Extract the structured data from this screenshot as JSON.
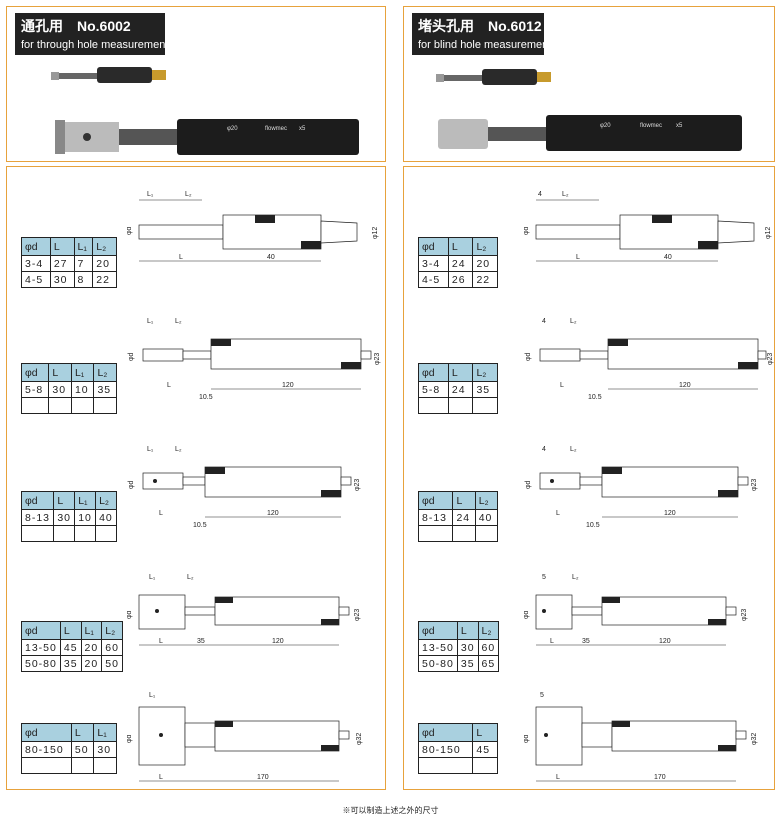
{
  "left": {
    "title": "通孔用　No.6002",
    "subtitle": "for through hole measurement",
    "tables": [
      {
        "headers": [
          "φd",
          "L",
          "L₁",
          "L₂"
        ],
        "rows": [
          [
            "3-4",
            "27",
            "7",
            "20"
          ],
          [
            "4-5",
            "30",
            "8",
            "22"
          ]
        ]
      },
      {
        "headers": [
          "φd",
          "L",
          "L₁",
          "L₂"
        ],
        "rows": [
          [
            "5-8",
            "30",
            "10",
            "35"
          ],
          [
            "",
            "",
            " ",
            ""
          ]
        ]
      },
      {
        "headers": [
          "φd",
          "L",
          "L₁",
          "L₂"
        ],
        "rows": [
          [
            "8-13",
            "30",
            "10",
            "40"
          ],
          [
            "",
            "",
            " ",
            ""
          ]
        ]
      },
      {
        "headers": [
          "φd",
          "L",
          "L₁",
          "L₂"
        ],
        "rows": [
          [
            "13-50",
            "45",
            "20",
            "60"
          ],
          [
            "50-80",
            "35",
            "20",
            "50"
          ]
        ]
      },
      {
        "headers": [
          "φd",
          "L",
          "L₁"
        ],
        "rows": [
          [
            "80-150",
            "50",
            "30"
          ],
          [
            "",
            "",
            ""
          ]
        ]
      }
    ],
    "dims": {
      "r1": {
        "l1": "L₁",
        "l2": "L₂",
        "l": "L",
        "len": "40",
        "d": "φd",
        "dia": "φ12"
      },
      "r2": {
        "l1": "L₁",
        "l2": "L₂",
        "l": "L",
        "off": "10.5",
        "len": "120",
        "d": "φd",
        "dia": "φ23"
      },
      "r3": {
        "l1": "L₁",
        "l2": "L₂",
        "l": "L",
        "off": "10.5",
        "len": "120",
        "d": "φd",
        "dia": "φ23"
      },
      "r4": {
        "l1": "L₁",
        "l2": "L₂",
        "l": "L",
        "off": "35",
        "len": "120",
        "d": "φd",
        "dia": "φ23"
      },
      "r5": {
        "l1": "L₁",
        "l": "L",
        "len": "170",
        "d": "φd",
        "dia": "φ32"
      }
    }
  },
  "right": {
    "title": "堵头孔用　No.6012",
    "subtitle": "for blind hole measurement",
    "tables": [
      {
        "headers": [
          "φd",
          "L",
          "L₂"
        ],
        "rows": [
          [
            "3-4",
            "24",
            "20"
          ],
          [
            "4-5",
            "26",
            "22"
          ]
        ]
      },
      {
        "headers": [
          "φd",
          "L",
          "L₂"
        ],
        "rows": [
          [
            "5-8",
            "24",
            "35"
          ],
          [
            "",
            "",
            ""
          ]
        ]
      },
      {
        "headers": [
          "φd",
          "L",
          "L₂"
        ],
        "rows": [
          [
            "8-13",
            "24",
            "40"
          ],
          [
            "",
            "",
            ""
          ]
        ]
      },
      {
        "headers": [
          "φd",
          "L",
          "L₂"
        ],
        "rows": [
          [
            "13-50",
            "30",
            "60"
          ],
          [
            "50-80",
            "35",
            "65"
          ]
        ]
      },
      {
        "headers": [
          "φd",
          "L"
        ],
        "rows": [
          [
            "80-150",
            "45"
          ],
          [
            "",
            ""
          ]
        ]
      }
    ],
    "dims": {
      "r1": {
        "l1": "4",
        "l2": "L₂",
        "l": "L",
        "len": "40",
        "d": "φd",
        "dia": "φ12"
      },
      "r2": {
        "l1": "4",
        "l2": "L₂",
        "l": "L",
        "off": "10.5",
        "len": "120",
        "d": "φd",
        "dia": "φ23"
      },
      "r3": {
        "l1": "4",
        "l2": "L₂",
        "l": "L",
        "off": "10.5",
        "len": "120",
        "d": "φd",
        "dia": "φ23"
      },
      "r4": {
        "l1": "5",
        "l2": "L₂",
        "l": "L",
        "off": "35",
        "len": "120",
        "d": "φd",
        "dia": "φ23"
      },
      "r5": {
        "l1": "5",
        "l": "L",
        "len": "170",
        "d": "φd",
        "dia": "φ32"
      }
    }
  },
  "photo_labels": {
    "marking": "φ20",
    "brand": "flowmec",
    "mag": "x5"
  },
  "footer": "※可以制造上述之外的尺寸"
}
